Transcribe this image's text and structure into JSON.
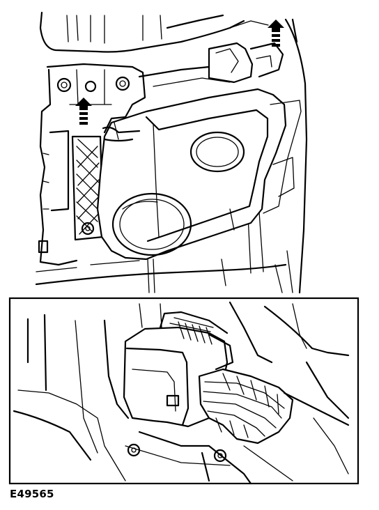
{
  "figure": {
    "label": "E49565",
    "colors": {
      "ink": "#000000",
      "paper": "#ffffff"
    },
    "callouts": [
      {
        "name": "upward-arrow",
        "count": 2
      }
    ]
  }
}
